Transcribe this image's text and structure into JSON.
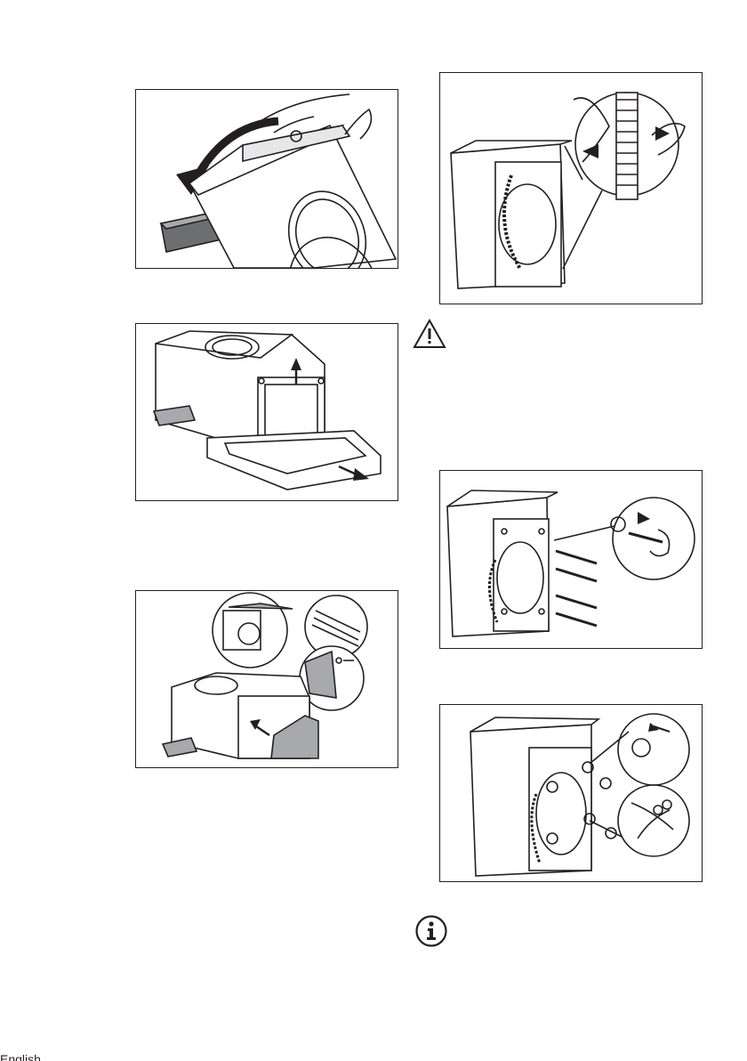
{
  "page": {
    "figures": [
      {
        "name": "tilt-appliance-backward"
      },
      {
        "name": "remove-polystyrene-base"
      },
      {
        "name": "attach-polyethylene-cover"
      },
      {
        "name": "release-hose-from-clamp"
      },
      {
        "name": "remove-transit-bolts"
      },
      {
        "name": "insert-plastic-caps"
      }
    ],
    "icons": [
      "warning-icon",
      "info-icon"
    ],
    "footer_text": "English"
  }
}
